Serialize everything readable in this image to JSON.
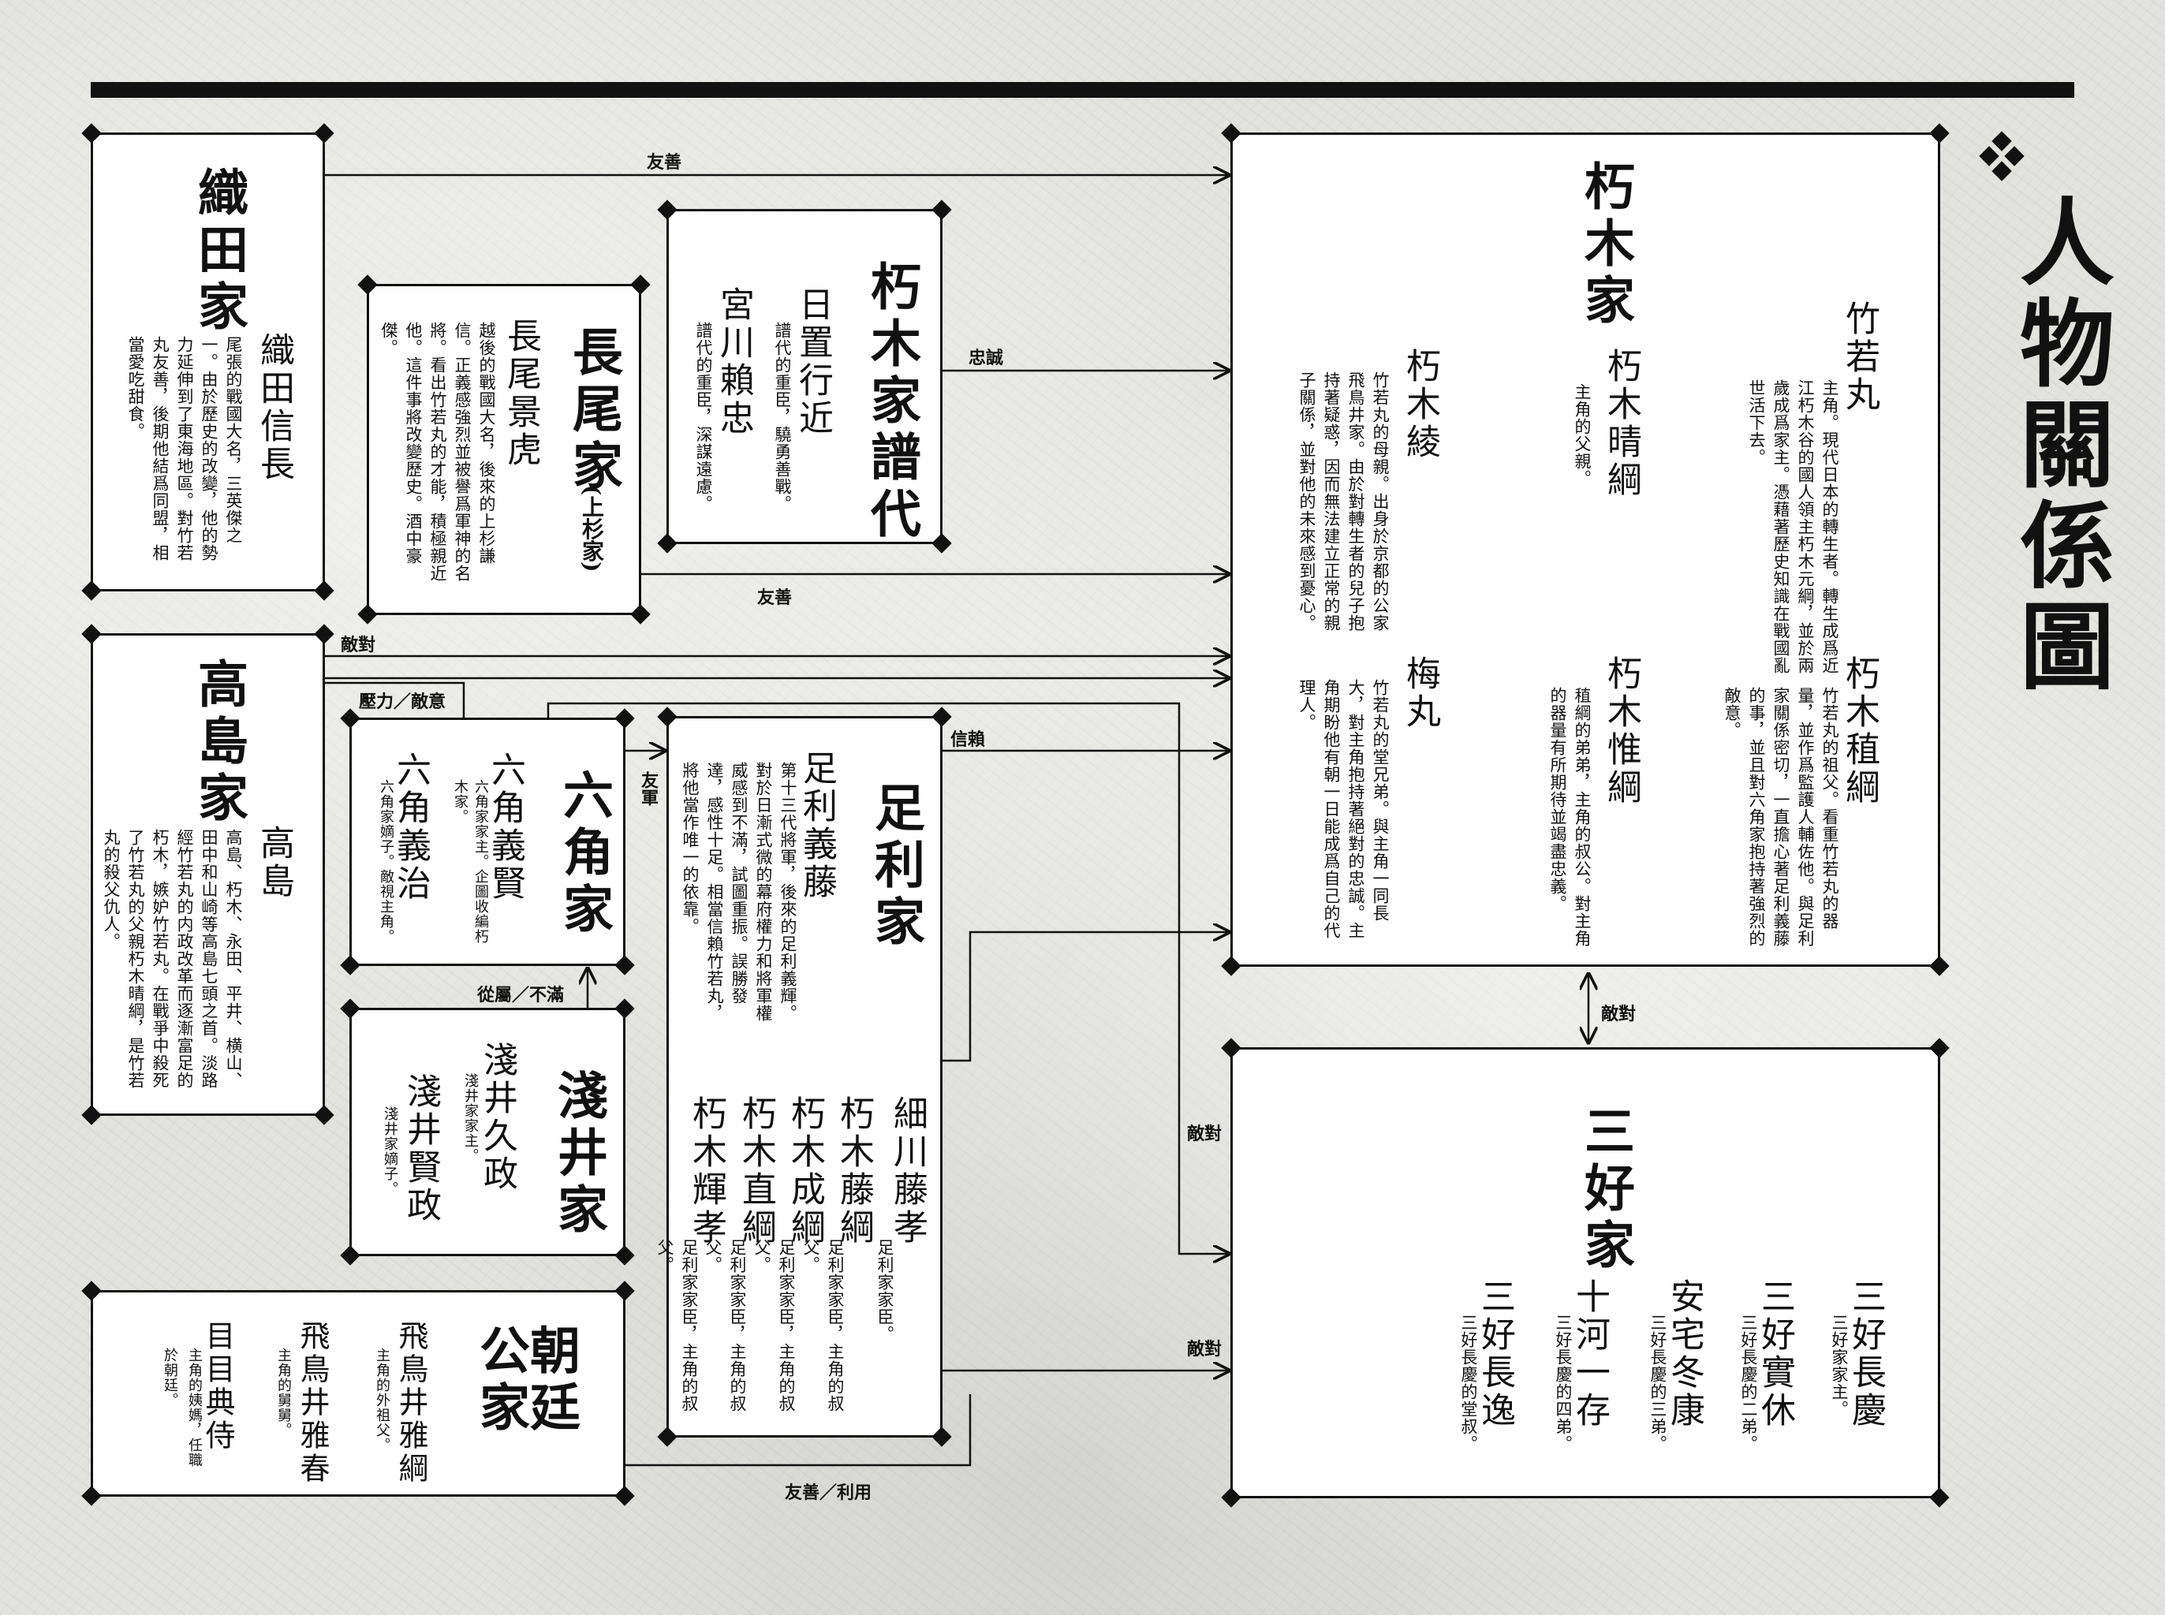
{
  "title": "人物關係圖",
  "families": {
    "oda": {
      "title": "織田家",
      "members": [
        {
          "name": "織田信長",
          "desc": "尾張的戰國大名，三英傑之一。由於歷史的改變，他的勢力延伸到了東海地區。對竹若丸友善，後期他結爲同盟，相當愛吃甜食。"
        }
      ]
    },
    "nagao": {
      "title": "長尾家",
      "title_sub": "(上杉家)",
      "members": [
        {
          "name": "長尾景虎",
          "desc": "越後的戰國大名，後來的上杉謙信。正義感強烈並被譽爲軍神的名將。看出竹若丸的才能，積極親近他。這件事將改變歷史。酒中豪傑。"
        }
      ]
    },
    "kutsuki_fudai": {
      "title": "朽木家譜代",
      "members": [
        {
          "name": "日置行近",
          "desc": "譜代的重臣，驍勇善戰。"
        },
        {
          "name": "宮川賴忠",
          "desc": "譜代的重臣，深謀遠慮。"
        }
      ]
    },
    "kutsuki": {
      "title": "朽木家",
      "members": [
        {
          "name": "竹若丸",
          "desc": "主角。現代日本的轉生者。轉生成爲近江朽木谷的國人領主朽木元綱，並於兩歲成爲家主。憑藉著歷史知識在戰國亂世活下去。"
        },
        {
          "name": "朽木稙綱",
          "desc": "竹若丸的祖父。看重竹若丸的器量，並作爲監護人輔佐他。與足利家關係密切，一直擔心著足利義藤的事，並且對六角家抱持著強烈的敵意。"
        },
        {
          "name": "朽木晴綱",
          "desc": "主角的父親。"
        },
        {
          "name": "朽木惟綱",
          "desc": "稙綱的弟弟，主角的叔公。對主角的器量有所期待並竭盡忠義。"
        },
        {
          "name": "朽木綾",
          "desc": "竹若丸的母親。出身於京都的公家飛鳥井家。由於對轉生者的兒子抱持著疑惑，因而無法建立正常的親子關係，並對他的未來感到憂心。"
        },
        {
          "name": "梅丸",
          "desc": "竹若丸的堂兄弟。與主角一同長大，對主角抱持著絕對的忠誠。主角期盼他有朝一日能成爲自己的代理人。"
        }
      ]
    },
    "takashima": {
      "title": "高島家",
      "members": [
        {
          "name": "高島",
          "desc": "高島、朽木、永田、平井、横山、田中和山崎等高島七頭之首。淡路經竹若丸的内政改革而逐漸富足的朽木，嫉妒竹若丸。在戰爭中殺死了竹若丸的父親朽木晴綱，是竹若丸的殺父仇人。"
        }
      ]
    },
    "rokkaku": {
      "title": "六角家",
      "members": [
        {
          "name": "六角義賢",
          "desc": "六角家家主。企圖收編朽木家。"
        },
        {
          "name": "六角義治",
          "desc": "六角家嫡子。敵視主角。"
        }
      ]
    },
    "ashikaga": {
      "title": "足利家",
      "members": [
        {
          "name": "足利義藤",
          "desc": "第十三代將軍，後來的足利義輝。對於日漸式微的幕府權力和將軍權威感到不滿，試圖重振。誤勝發達，感性十足。相當信賴竹若丸，將他當作唯一的依靠。"
        },
        {
          "name": "細川藤孝",
          "desc": "足利家家臣。"
        },
        {
          "name": "朽木藤綱",
          "desc": "足利家家臣，主角的叔父。"
        },
        {
          "name": "朽木成綱",
          "desc": "足利家家臣，主角的叔父。"
        },
        {
          "name": "朽木直綱",
          "desc": "足利家家臣，主角的叔父。"
        },
        {
          "name": "朽木輝孝",
          "desc": "足利家家臣，主角的叔父。"
        }
      ]
    },
    "azai": {
      "title": "淺井家",
      "members": [
        {
          "name": "淺井久政",
          "desc": "淺井家家主。"
        },
        {
          "name": "淺井賢政",
          "desc": "淺井家嫡子。"
        }
      ]
    },
    "chotei": {
      "title": "朝廷公家",
      "members": [
        {
          "name": "飛鳥井雅綱",
          "desc": "主角的外祖父。"
        },
        {
          "name": "飛鳥井雅春",
          "desc": "主角的舅舅。"
        },
        {
          "name": "目目典侍",
          "desc": "主角的姨媽，任職於朝廷。"
        }
      ]
    },
    "miyoshi": {
      "title": "三好家",
      "members": [
        {
          "name": "三好長慶",
          "desc": "三好家家主。"
        },
        {
          "name": "三好實休",
          "desc": "三好長慶的二弟。"
        },
        {
          "name": "安宅冬康",
          "desc": "三好長慶的三弟。"
        },
        {
          "name": "十河一存",
          "desc": "三好長慶的四弟。"
        },
        {
          "name": "三好長逸",
          "desc": "三好長慶的堂叔。"
        }
      ]
    }
  },
  "relations": {
    "oda_kutsuki": "友善",
    "fudai_kutsuki": "忠誠",
    "nagao_kutsuki": "友善",
    "takashima_kutsuki": "敵對",
    "takashima_rokkaku": "壓力／敵意",
    "rokkaku_ashikaga": "友軍",
    "ashikaga_kutsuki": "信賴",
    "azai_rokkaku": "從屬／不滿",
    "kutsuki_miyoshi": "敵對",
    "rokkaku_miyoshi": "敵對",
    "ashikaga_miyoshi": "敵對",
    "chotei_ashikaga": "友善／利用"
  }
}
